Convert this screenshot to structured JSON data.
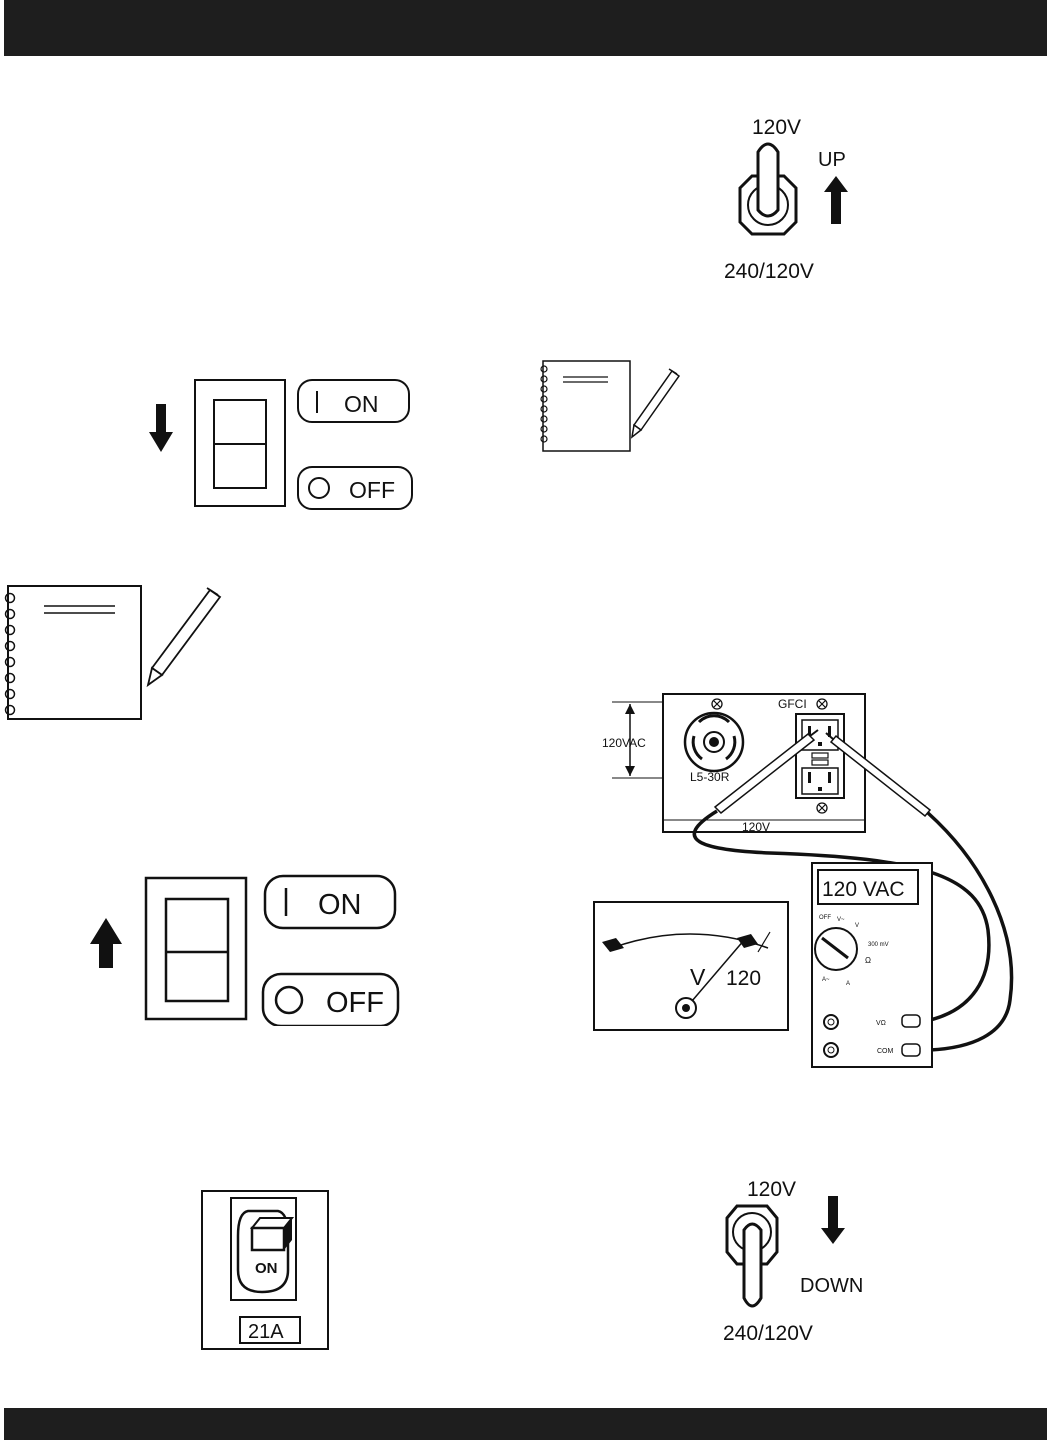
{
  "toggle_up": {
    "top_label": "120V",
    "bottom_label": "240/120V",
    "direction_label": "UP"
  },
  "toggle_down": {
    "top_label": "120V",
    "bottom_label": "240/120V",
    "direction_label": "DOWN"
  },
  "rocker_off": {
    "on_label": "ON",
    "off_label": "OFF"
  },
  "rocker_on": {
    "on_label": "ON",
    "off_label": "OFF"
  },
  "breaker": {
    "switch_label": "ON",
    "rating": "21A"
  },
  "panel": {
    "voltage_span_label": "120VAC",
    "twistlock_label": "L5-30R",
    "gfci_label": "GFCI",
    "panel_voltage": "120V"
  },
  "meter": {
    "display": "120 VAC",
    "dial_off": "OFF",
    "dial_v": "V~",
    "dial_vdc": "V",
    "dial_mv": "300 mV",
    "dial_ohm": "Ω",
    "dial_a_ac": "A~",
    "dial_a_dc": "A",
    "jack_vohm": "VΩ",
    "jack_com": "COM"
  },
  "analog_meter": {
    "unit": "V",
    "value": "120"
  }
}
